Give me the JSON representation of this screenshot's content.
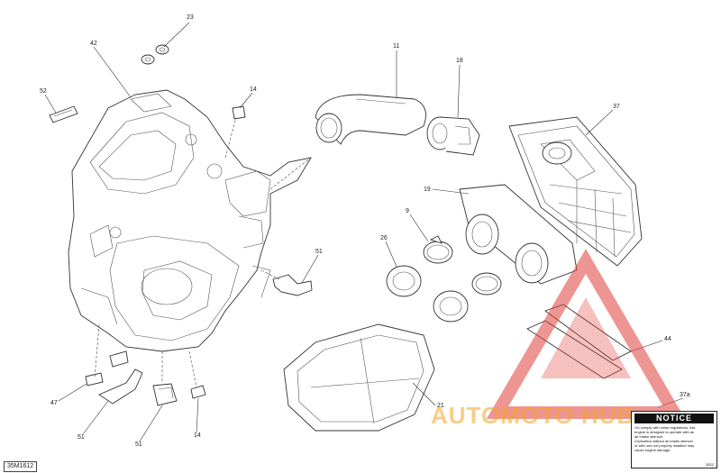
{
  "diagram": {
    "reference_code": "35M1612",
    "callouts": {
      "c23": "23",
      "c42": "42",
      "c52": "52",
      "c14a": "14",
      "c11": "11",
      "c18": "18",
      "c37": "37",
      "c19": "19",
      "c9": "9",
      "c26": "26",
      "c51a": "51",
      "c44": "44",
      "c21": "21",
      "c37a": "37a",
      "c47": "47",
      "c51b": "51",
      "c51c": "51",
      "c14b": "14"
    }
  },
  "notice_label": {
    "title": "NOTICE",
    "line1": "•To comply with noise regulations, this",
    "line2": "engine is designed to operate with an",
    "line3": "air intake silencer.",
    "line4": "•Operation without air intake silencer",
    "line5": "or with one not properly installed may",
    "line6": "cause engine damage.",
    "code": "3522"
  },
  "watermark": {
    "text": "AUTOMOTO HUB",
    "color": "#f5a623",
    "triangle_color": "#e0403a"
  }
}
